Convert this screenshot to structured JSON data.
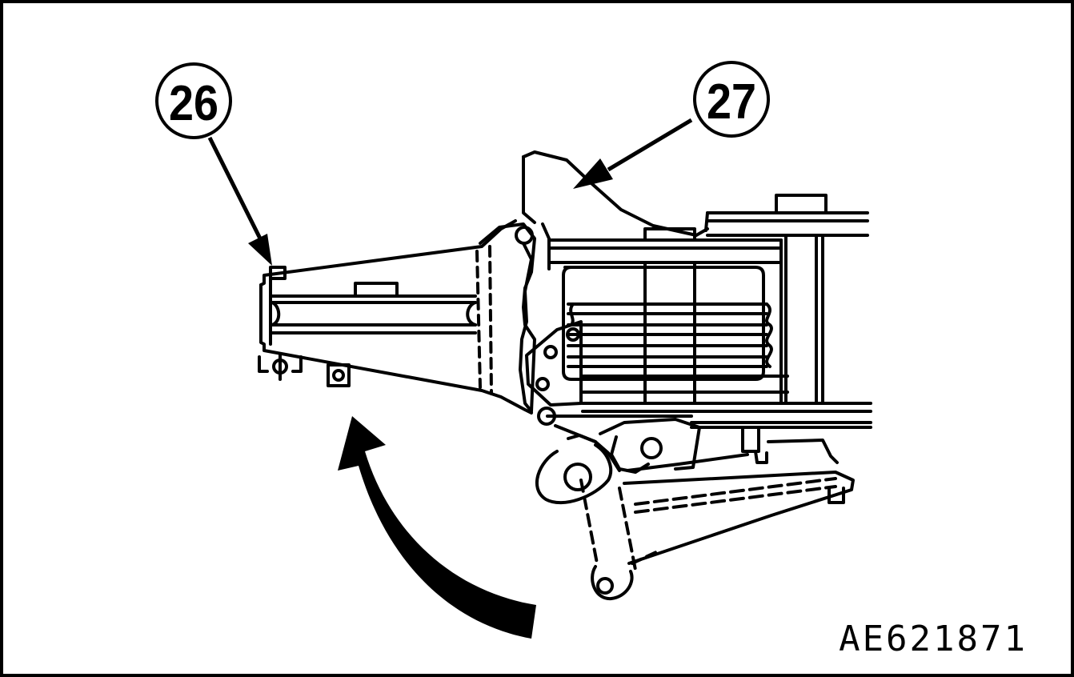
{
  "callouts": {
    "part_26": "26",
    "part_27": "27"
  },
  "figure_code": "AE621871"
}
